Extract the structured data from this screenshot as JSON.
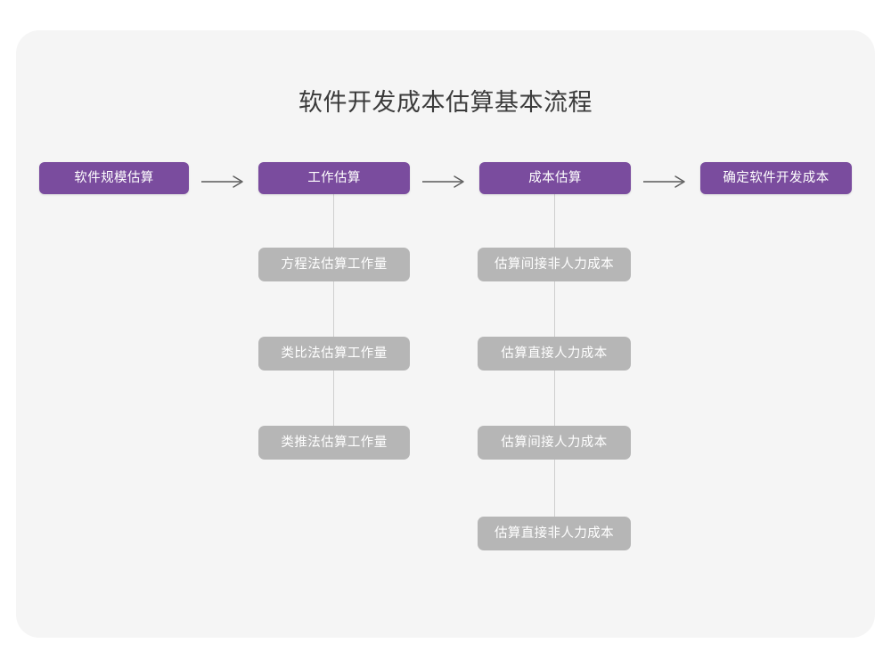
{
  "page": {
    "title": "软件开发成本估算基本流程",
    "card_background": "#f5f5f5",
    "page_background": "#ffffff",
    "title_color": "#3b3b3b"
  },
  "colors": {
    "primary_node": "#7a4c9e",
    "primary_node_text": "#ffffff",
    "sub_node": "#b6b6b6",
    "sub_node_text": "#ffffff",
    "connector": "#cfcfcf",
    "arrow": "#5a5a5a"
  },
  "chart_data": {
    "type": "diagram",
    "diagram_kind": "flowchart",
    "title": "软件开发成本估算基本流程",
    "direction": "left-to-right with vertical sub-branches",
    "main_flow": [
      {
        "id": "step1",
        "label": "软件规模估算",
        "children": []
      },
      {
        "id": "step2",
        "label": "工作估算",
        "children": [
          "方程法估算工作量",
          "类比法估算工作量",
          "类推法估算工作量"
        ]
      },
      {
        "id": "step3",
        "label": "成本估算",
        "children": [
          "估算间接非人力成本",
          "估算直接人力成本",
          "估算间接人力成本",
          "估算直接非人力成本"
        ]
      },
      {
        "id": "step4",
        "label": "确定软件开发成本",
        "children": []
      }
    ],
    "connectors": [
      "→",
      "→",
      "→"
    ]
  },
  "flow": {
    "steps": [
      {
        "label": "软件规模估算"
      },
      {
        "label": "工作估算"
      },
      {
        "label": "成本估算"
      },
      {
        "label": "确定软件开发成本"
      }
    ],
    "arrows": [
      {
        "glyph": "arrow-right"
      },
      {
        "glyph": "arrow-right"
      },
      {
        "glyph": "arrow-right"
      }
    ],
    "branch_work": [
      {
        "label": "方程法估算工作量"
      },
      {
        "label": "类比法估算工作量"
      },
      {
        "label": "类推法估算工作量"
      }
    ],
    "branch_cost": [
      {
        "label": "估算间接非人力成本"
      },
      {
        "label": "估算直接人力成本"
      },
      {
        "label": "估算间接人力成本"
      },
      {
        "label": "估算直接非人力成本"
      }
    ]
  }
}
